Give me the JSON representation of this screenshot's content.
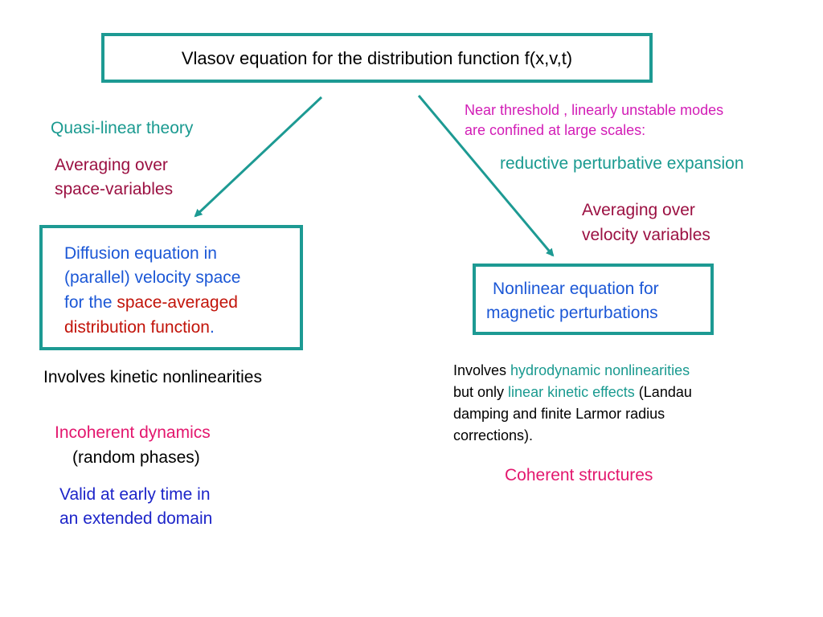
{
  "colors": {
    "teal": "#1a9a90",
    "box_border": "#1d9a93",
    "maroon": "#9b1042",
    "magenta": "#d21db6",
    "pink": "#e3176e",
    "blue": "#1b57d6",
    "navy": "#1d25c9",
    "red": "#c2140a"
  },
  "top_box": {
    "text": "Vlasov equation for the distribution function f(x,v,t)"
  },
  "left": {
    "branch_label": "Quasi-linear theory",
    "averaging": [
      "Averaging over",
      "space-variables"
    ],
    "box": {
      "line1": "Diffusion equation in",
      "line2": "(parallel) velocity space",
      "line3_prefix": "for the ",
      "line3_red": "space-averaged",
      "line4_red": "distribution function",
      "line4_suffix": "."
    },
    "kinetic_note": "Involves kinetic nonlinearities",
    "incoherent": "Incoherent dynamics",
    "random_phases": "(random phases)",
    "valid": [
      "Valid at early time in",
      "an extended domain"
    ]
  },
  "right": {
    "threshold_note": [
      "Near threshold , linearly unstable modes",
      "are confined at large scales:"
    ],
    "branch_label": "reductive perturbative expansion",
    "averaging": [
      "Averaging over",
      "velocity variables"
    ],
    "box": [
      "Nonlinear equation for",
      "magnetic perturbations"
    ],
    "involves": {
      "w1": "Involves ",
      "hydro": "hydrodynamic nonlinearities",
      "w2": "but only ",
      "linear_kinetic": "linear kinetic effects",
      "w3": " (Landau",
      "line3": "damping and finite Larmor radius",
      "line4": "corrections)."
    },
    "coherent": "Coherent structures"
  }
}
